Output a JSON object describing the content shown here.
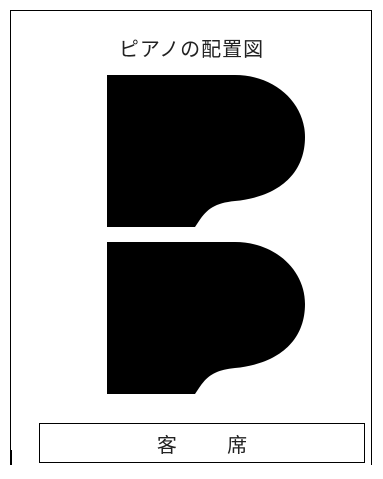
{
  "title": "ピアノの配置図",
  "audience_label": "客 席",
  "pianos": [
    {
      "shape": "grand-piano-top-view",
      "color": "#000000"
    },
    {
      "shape": "grand-piano-top-view",
      "color": "#000000"
    }
  ]
}
